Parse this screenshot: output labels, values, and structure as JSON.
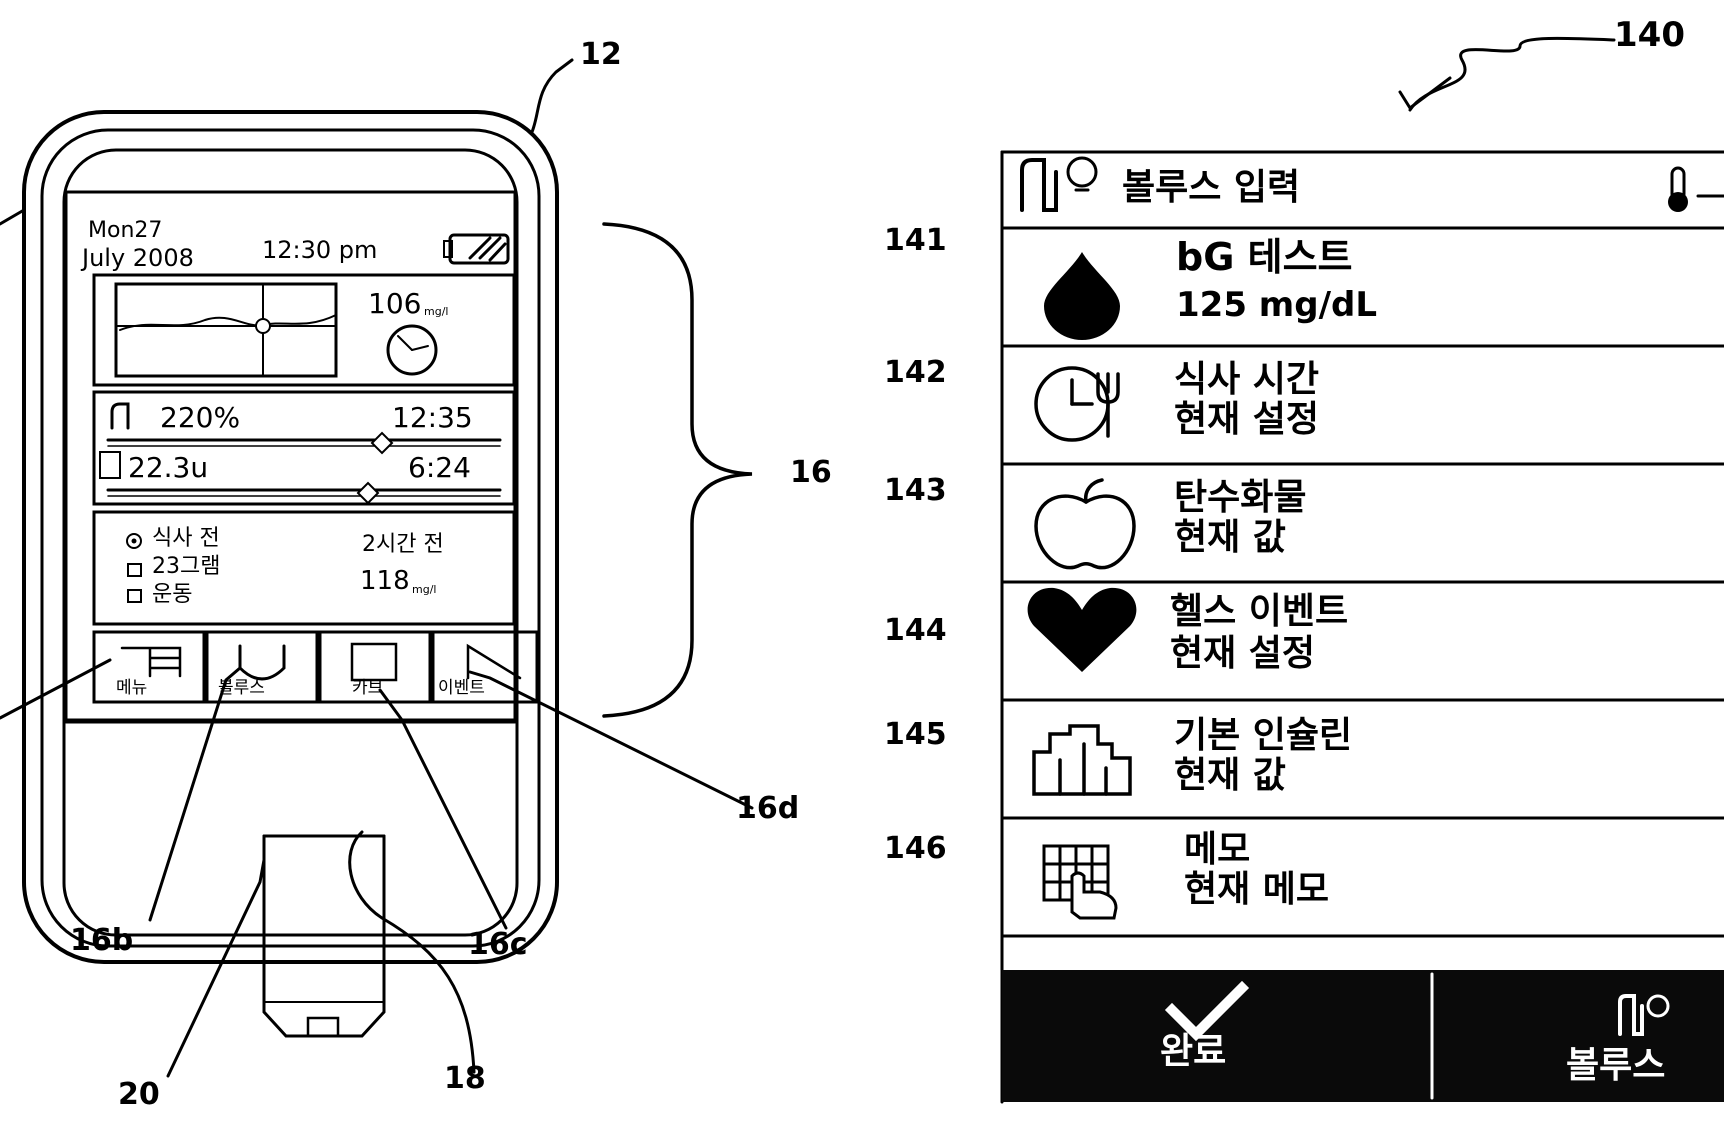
{
  "refs": {
    "r12": "12",
    "r16": "16",
    "r16b": "16b",
    "r16c": "16c",
    "r16d": "16d",
    "r18": "18",
    "r20": "20",
    "r140": "140",
    "r141": "141",
    "r142": "142",
    "r143": "143",
    "r144": "144",
    "r145": "145",
    "r146": "146"
  },
  "device": {
    "date_line1": "Mon27",
    "date_line2": "July 2008",
    "time": "12:30 pm",
    "glucose_value": "106",
    "glucose_unit": "mg/l",
    "row1_percent": "220%",
    "row1_time": "12:35",
    "row2_units": "22.3u",
    "row2_time": "6:24",
    "opt1": "식사 전",
    "opt2": "23그램",
    "opt3": "운동",
    "ago_label": "2시간 전",
    "ago_value": "118",
    "ago_unit": "mg/l",
    "tab_menu": "메뉴",
    "tab_bolus": "볼루스",
    "tab_carb": "카브",
    "tab_event": "이벤트"
  },
  "screen": {
    "header_title": "볼루스 입력",
    "items": [
      {
        "icon": "blood-drop-icon",
        "title": "bG 테스트",
        "sub": "125 mg/dL"
      },
      {
        "icon": "meal-clock-icon",
        "title": "식사 시간",
        "sub": "현재 설정"
      },
      {
        "icon": "apple-icon",
        "title": "탄수화물",
        "sub": "현재 값"
      },
      {
        "icon": "heart-icon",
        "title": "헬스 이벤트",
        "sub": "현재 설정"
      },
      {
        "icon": "basal-insulin-icon",
        "title": "기본 인슐린",
        "sub": "현재 값"
      },
      {
        "icon": "memo-grid-icon",
        "title": "메모",
        "sub": "현재 메모"
      }
    ],
    "done_label": "완료",
    "bolus_label": "볼루스"
  },
  "colors": {
    "ink": "#000000",
    "paper": "#ffffff",
    "bar": "#0a0a0a"
  }
}
